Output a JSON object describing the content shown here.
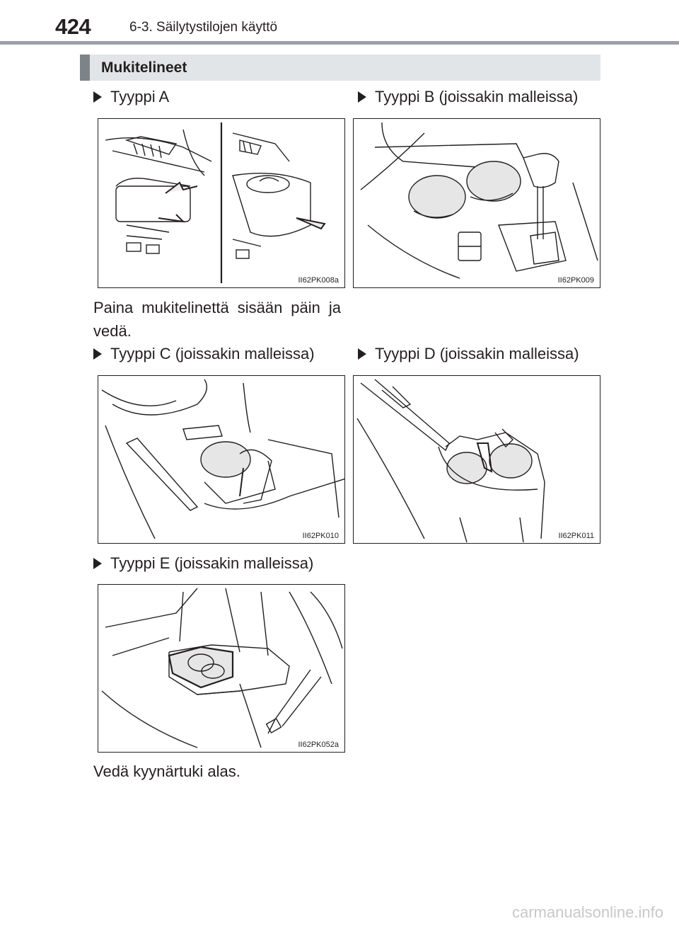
{
  "header": {
    "page_number": "424",
    "chapter": "6-3. Säilytystilojen käyttö"
  },
  "section": {
    "title": "Mukitelineet"
  },
  "figures": {
    "a": {
      "label": "Tyyppi A",
      "code": "II62PK008a"
    },
    "b": {
      "label": "Tyyppi B (joissakin malleissa)",
      "code": "II62PK009"
    },
    "c": {
      "label": "Tyyppi C (joissakin malleissa)",
      "code": "II62PK010"
    },
    "d": {
      "label": "Tyyppi D (joissakin malleissa)",
      "code": "II62PK011"
    },
    "e": {
      "label": "Tyyppi E (joissakin malleissa)",
      "code": "II62PK052a"
    }
  },
  "text": {
    "type_a_line1": "Paina mukitelinettä sisään päin ja",
    "type_a_line2": "vedä.",
    "type_e": "Vedä kyynärtuki alas."
  },
  "watermark": "carmanualsonline.info"
}
